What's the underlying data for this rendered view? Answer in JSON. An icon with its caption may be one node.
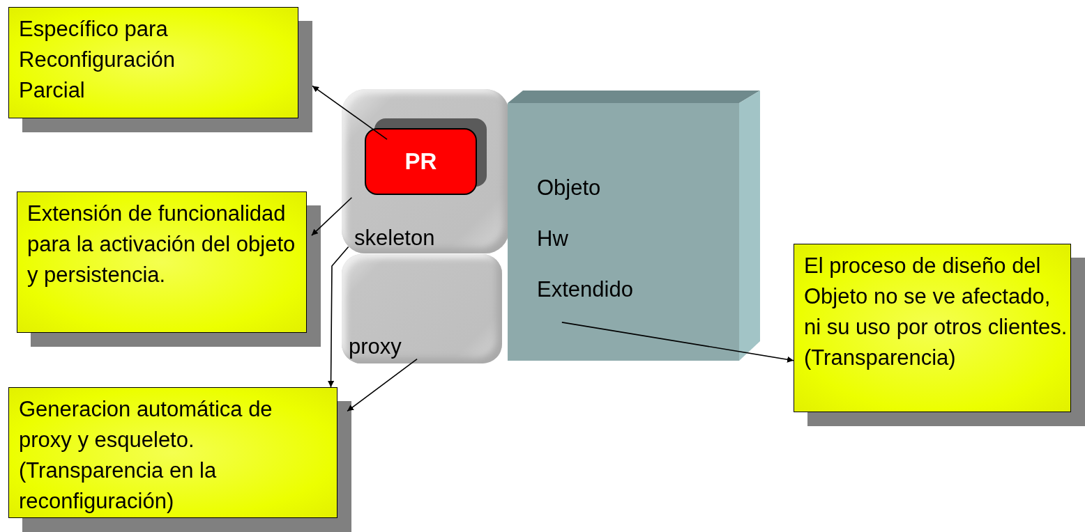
{
  "diagram": {
    "nodes": [
      {
        "text": [
          "Específico para Reconfiguración Parcial"
        ]
      },
      {
        "text": [
          "Extensión de funcionalidad para la activación del objeto y persistencia."
        ]
      },
      {
        "text": [
          "Generacion automática de proxy y esqueleto. (Transparencia en la reconfiguración)"
        ]
      },
      {
        "text": [
          "El proceso de diseño del Objeto no se ve afectado, ni su uso por otros clientes. (Transparencia)"
        ]
      },
      {
        "text": [
          "skeleton"
        ]
      },
      {
        "text": [
          "PR"
        ],
        "in": 4
      },
      {
        "text": [
          "proxy"
        ]
      },
      {
        "text": [
          "Objeto",
          "Hw",
          "Extendido"
        ]
      }
    ],
    "edges": [
      {
        "from": 5,
        "to": 0,
        "arrow": "to"
      },
      {
        "from": 4,
        "to": 1,
        "arrow": "to"
      },
      {
        "from": 4,
        "to": 2,
        "arrow": "to"
      },
      {
        "from": 6,
        "to": 2,
        "arrow": "to"
      },
      {
        "from": 7,
        "to": 3,
        "arrow": "to"
      }
    ]
  }
}
